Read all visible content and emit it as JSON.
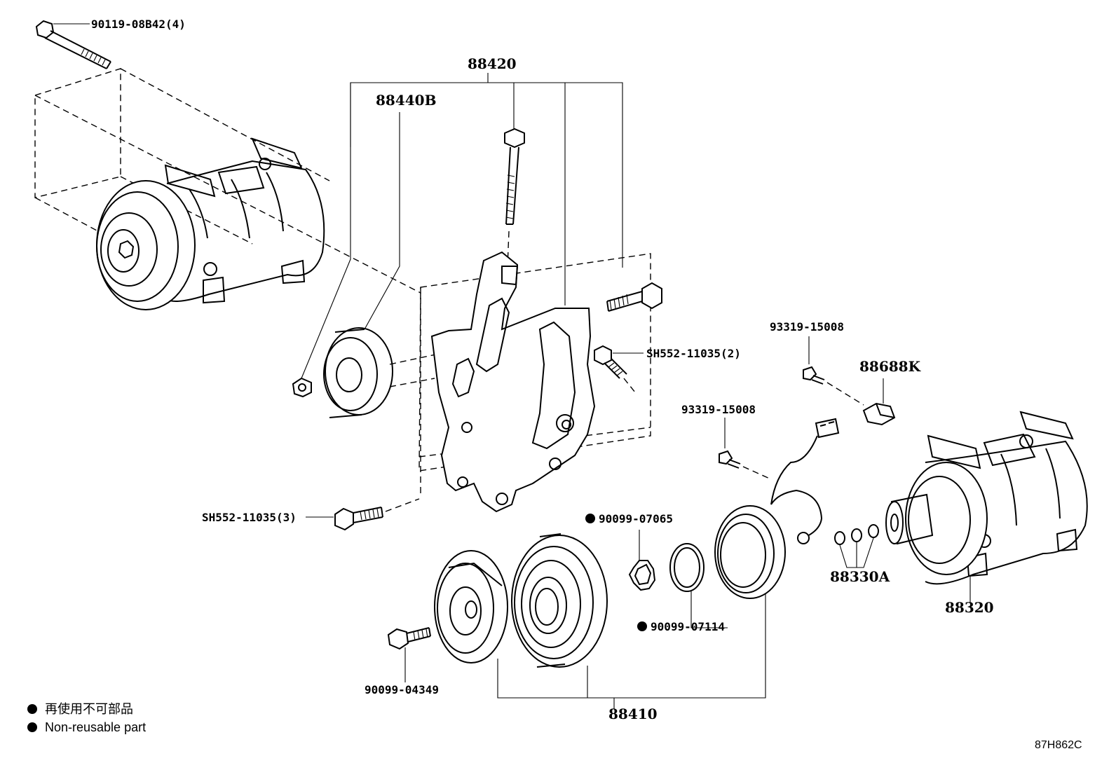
{
  "parts": {
    "bolt_long": "90119-08B42(4)",
    "bracket_assy": "88420",
    "idler_pulley": "88440B",
    "bolt_sh2": "SH552-11035(2)",
    "bolt_sh3": "SH552-11035(3)",
    "screw_a": "93319-15008",
    "screw_b": "93319-15008",
    "clamp": "88688K",
    "ring_small": "90099-07065",
    "snap_ring": "90099-07114",
    "shims": "88330A",
    "compressor": "88320",
    "bolt_clutch": "90099-04349",
    "clutch_assy": "88410"
  },
  "non_reusable_marks": [
    "90099-07065",
    "90099-07114"
  ],
  "legend": {
    "line1": "再使用不可部品",
    "line2": "Non-reusable part"
  },
  "diagram_code": "87H862C",
  "colors": {
    "ink": "#000000",
    "paper": "#ffffff"
  }
}
